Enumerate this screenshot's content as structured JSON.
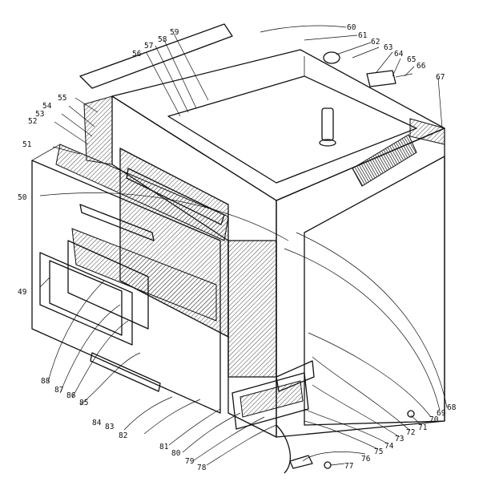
{
  "diagram": {
    "labels": [
      "49",
      "50",
      "51",
      "52",
      "53",
      "54",
      "55",
      "56",
      "57",
      "58",
      "59",
      "60",
      "61",
      "62",
      "63",
      "64",
      "65",
      "66",
      "67",
      "68",
      "69",
      "70",
      "71",
      "72",
      "73",
      "74",
      "75",
      "76",
      "77",
      "78",
      "79",
      "80",
      "81",
      "82",
      "83",
      "84",
      "85",
      "86",
      "87",
      "88"
    ]
  }
}
